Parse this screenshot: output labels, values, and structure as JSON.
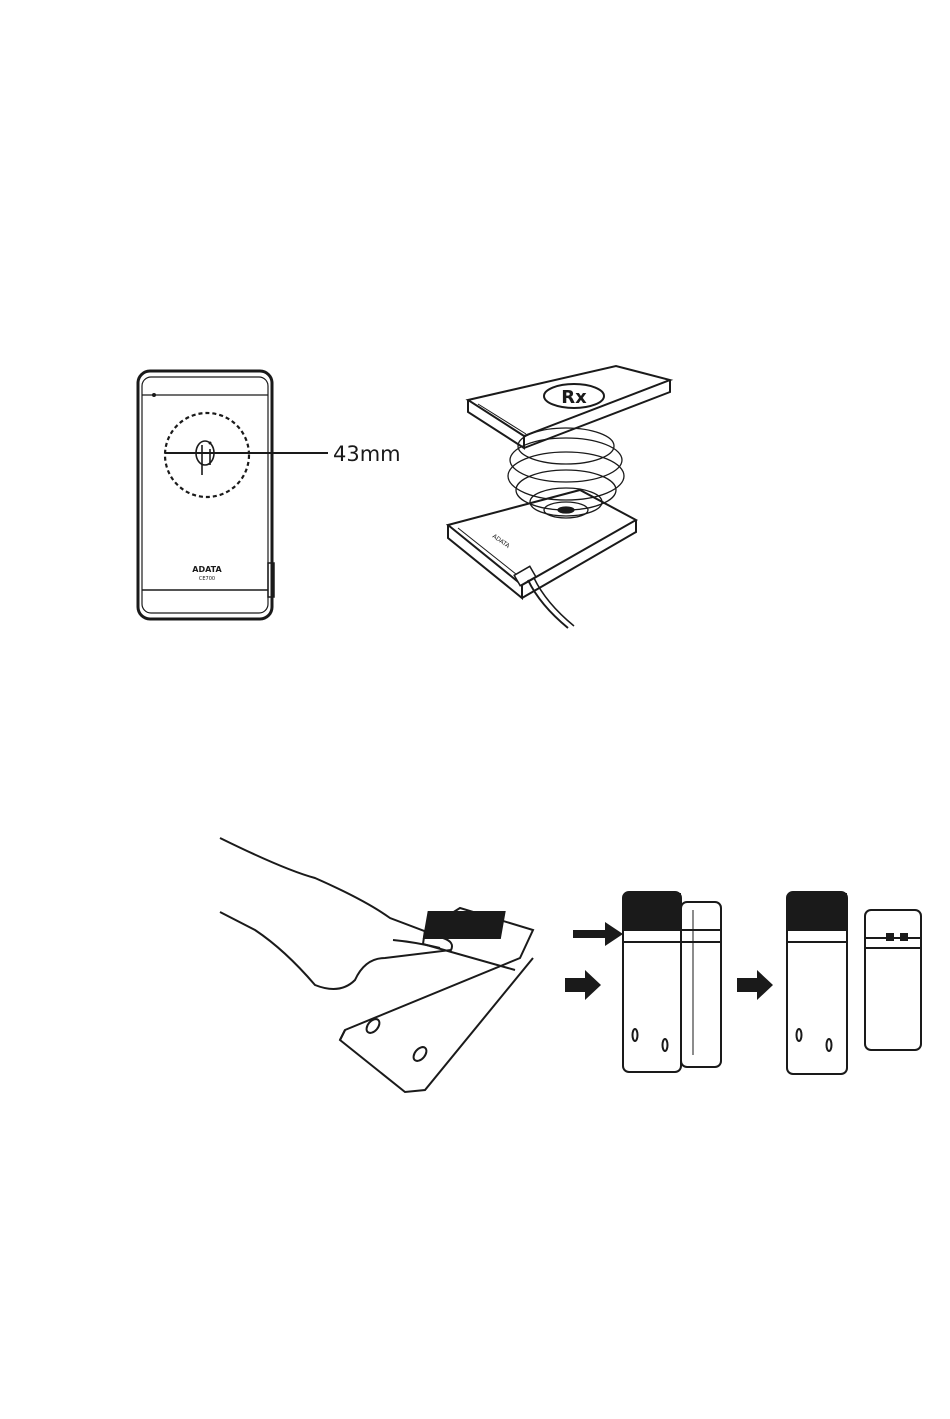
{
  "figure1": {
    "dimension_label": "43mm",
    "brand_text": "ADATA",
    "model_text": "CE700",
    "qi_symbol": "qi-logo-icon"
  },
  "figure2": {
    "receiver_label": "Rx",
    "brand_text": "ADATA"
  },
  "figure3": {
    "step_arrow_icon": "right-arrow-icon"
  },
  "colors": {
    "line": "#1a1a1a",
    "background": "#ffffff"
  }
}
